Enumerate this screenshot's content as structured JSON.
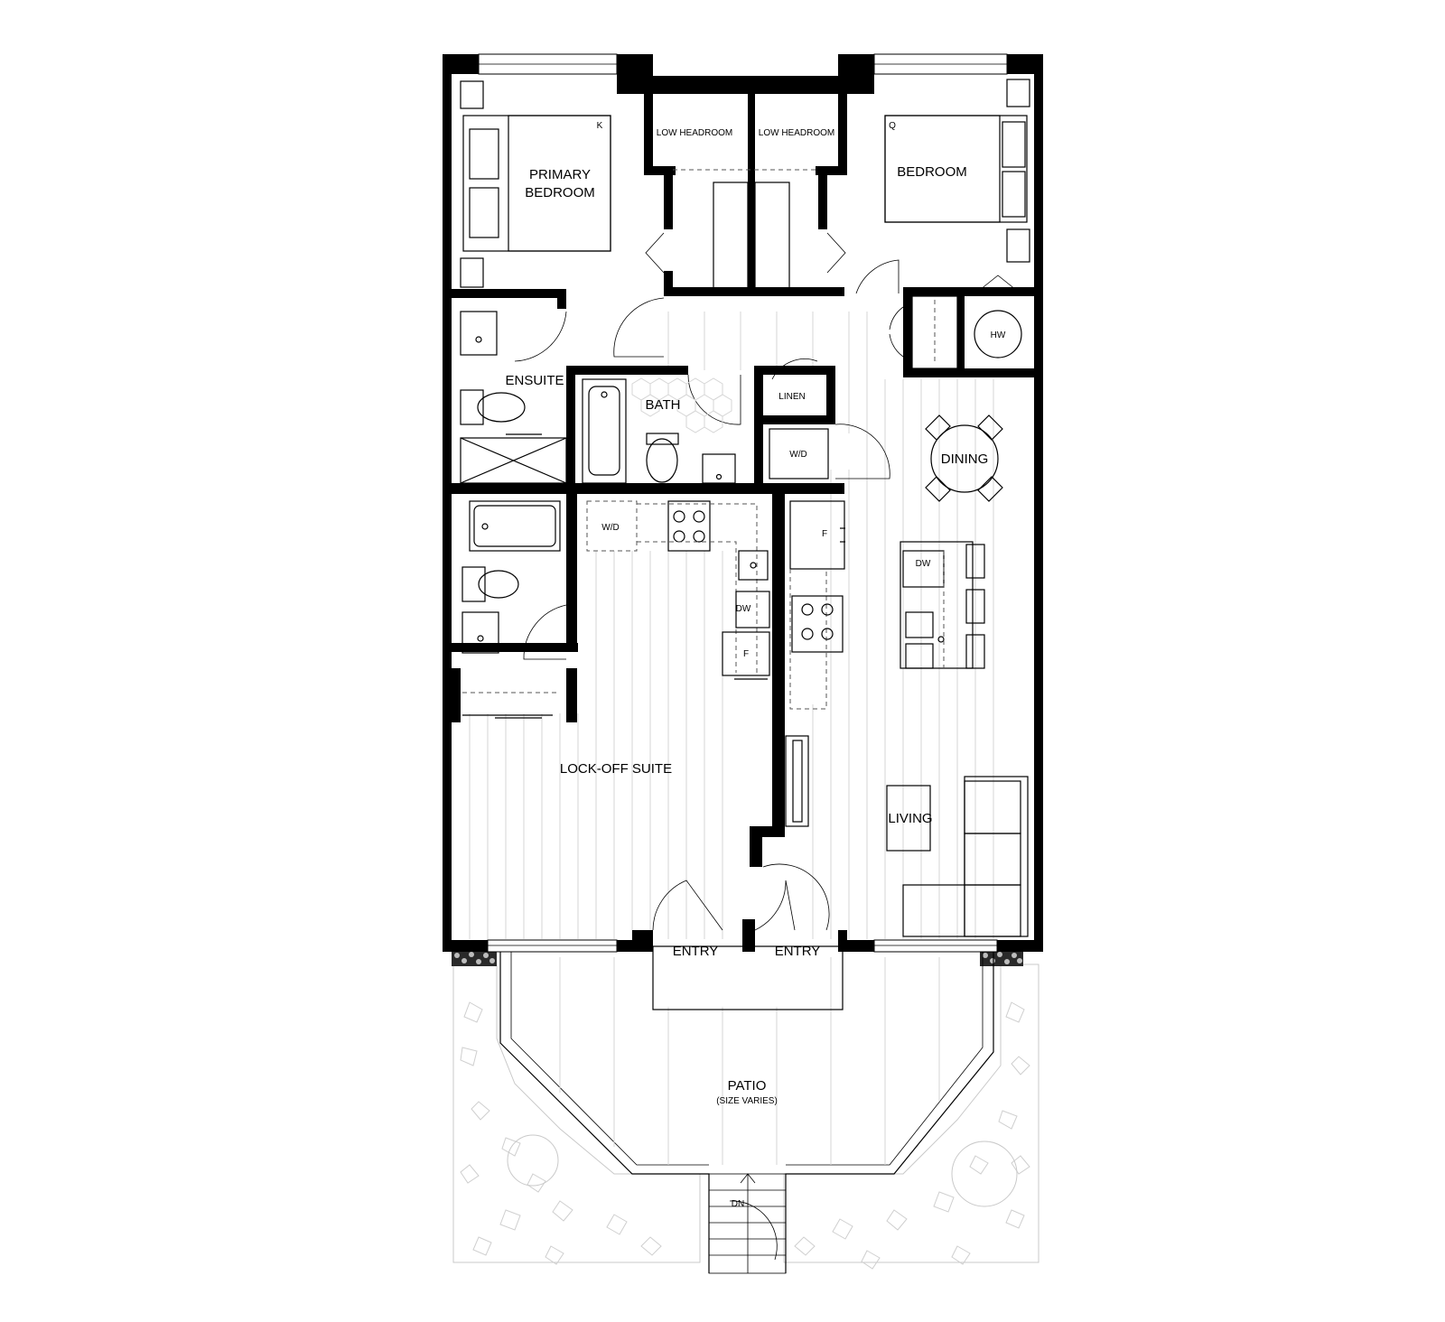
{
  "rooms": {
    "primary_bedroom_line1": "PRIMARY",
    "primary_bedroom_line2": "BEDROOM",
    "primary_bed_size": "K",
    "bedroom": "BEDROOM",
    "bedroom_bed_size": "Q",
    "low_headroom_left": "LOW HEADROOM",
    "low_headroom_right": "LOW HEADROOM",
    "ensuite": "ENSUITE",
    "bath": "BATH",
    "linen": "LINEN",
    "hw": "HW",
    "wd_main": "W/D",
    "wd_suite": "W/D",
    "dining": "DINING",
    "fridge_main": "F",
    "fridge_suite": "F",
    "dw_main": "DW",
    "dw_suite": "DW",
    "lock_off_suite": "LOCK-OFF SUITE",
    "living": "LIVING",
    "entry_left": "ENTRY",
    "entry_right": "ENTRY",
    "patio": "PATIO",
    "patio_note": "(SIZE VARIES)",
    "stair_down": "DN"
  }
}
